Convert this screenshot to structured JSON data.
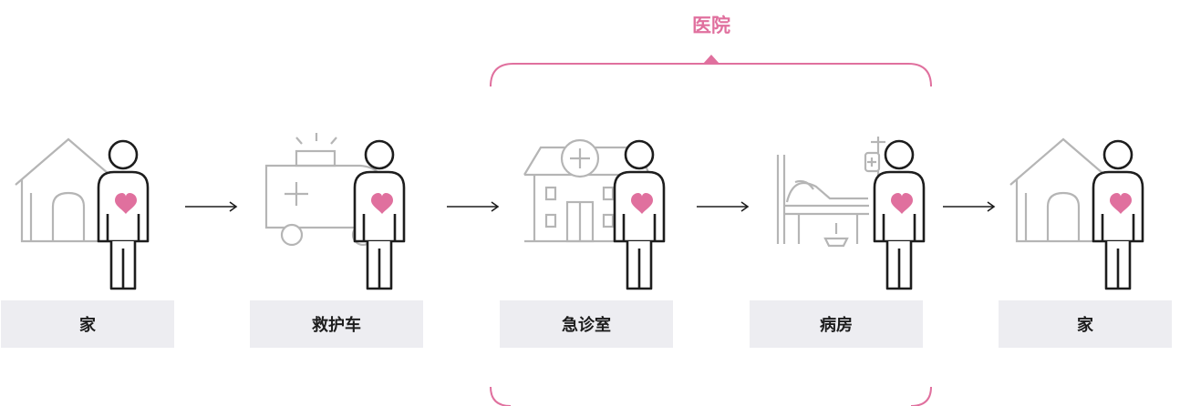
{
  "group": {
    "label": "医院"
  },
  "steps": [
    {
      "label": "家",
      "icon": "house-icon"
    },
    {
      "label": "救护车",
      "icon": "ambulance-icon"
    },
    {
      "label": "急诊室",
      "icon": "hospital-building-icon"
    },
    {
      "label": "病房",
      "icon": "hospital-bed-icon"
    },
    {
      "label": "家",
      "icon": "house-icon"
    }
  ],
  "colors": {
    "accent": "#e0709e",
    "line": "#b5b5b5",
    "person": "#1d1d1d",
    "label_bg": "#ededf1"
  }
}
